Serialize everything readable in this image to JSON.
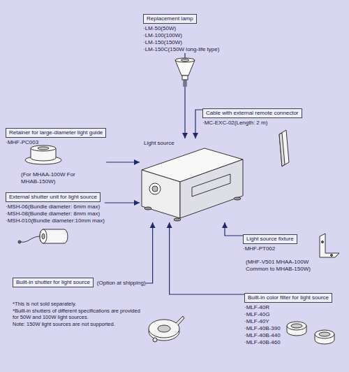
{
  "diagram": {
    "nodes": [
      {
        "text": [
          "Replacement lamp",
          "·LM-50(50W)",
          "·LM-100(100W)",
          "·LM-150(150W)",
          "·LM-150C(150W long-life type)"
        ]
      },
      {
        "text": [
          "Cable with external remote connector",
          "·MC-EXC-02(Length: 2 m)"
        ]
      },
      {
        "text": [
          "Retainer for large-diameter light guide",
          "·MHF-PC003",
          "(For MHAA-100W For MHAB-150W)"
        ]
      },
      {
        "text": [
          "Light source"
        ]
      },
      {
        "text": [
          "External shutter unit for light source",
          "·MSH-06(Bundle diameter: 6mm max)",
          "·MSH-08(Bundle diameter: 8mm max)",
          "·MSH-010(Bundle diameter:10mm max)"
        ]
      },
      {
        "text": [
          "Light source fixture",
          "·MHF-PT002",
          "(MHF-V501 MHAA-100W Common to MHAB-150W)"
        ]
      },
      {
        "text": [
          "Built-in shutter for light source",
          "(Option at shipping)"
        ]
      },
      {
        "text": [
          "Built-in color filter for light source",
          "·MLF-40R",
          "·MLF-40G",
          "·MLF-40Y",
          "·MLF-40B-390",
          "·MLF-40B-440",
          "·MLF-40B-460"
        ]
      }
    ],
    "edges": [
      {
        "from": 0,
        "to": 3,
        "arrow": "to"
      },
      {
        "from": 1,
        "to": 3,
        "arrow": "to"
      },
      {
        "from": 2,
        "to": 3,
        "arrow": "to"
      },
      {
        "from": 4,
        "to": 3,
        "arrow": "to"
      },
      {
        "from": 5,
        "to": 3,
        "arrow": "to"
      },
      {
        "from": 6,
        "to": 3,
        "arrow": "to"
      },
      {
        "from": 7,
        "to": 3,
        "arrow": "to"
      }
    ],
    "labels": [
      "*This is not sold separately.",
      "*Built-in shutters of different specifications are provided for 50W and 100W light sources.",
      "Note: 150W light sources are not supported."
    ]
  }
}
